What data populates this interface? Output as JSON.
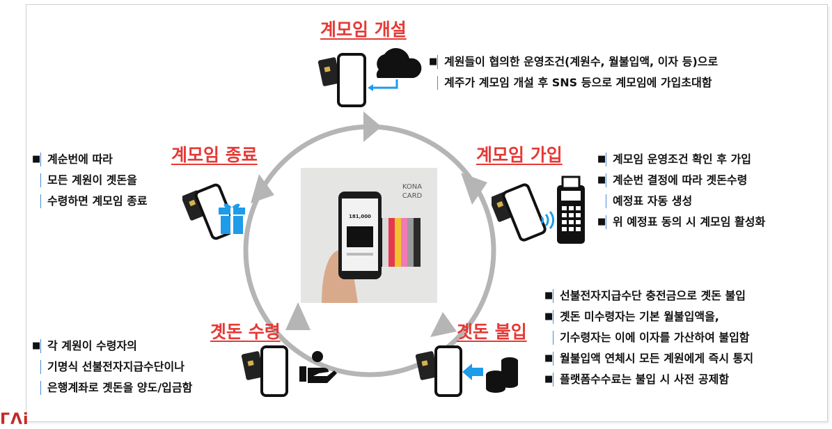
{
  "stages": {
    "open": {
      "title": "계모임 개설",
      "lines": [
        "계원들이 협의한 운영조건(계원수, 월불입액, 이자 등)으로",
        "계주가 계모임 개설 후 SNS 등으로 계모임에 가입초대함"
      ]
    },
    "join": {
      "title": "계모임 가입",
      "lines": [
        "계모임 운영조건 확인 후 가입",
        "계순번 결정에 따라 곗돈수령",
        "예정표 자동 생성",
        "위 예정표 동의 시 계모임 활성화"
      ]
    },
    "pay": {
      "title": "곗돈 불입",
      "lines": [
        "선불전자지급수단 충전금으로 곗돈 불입",
        "곗돈 미수령자는 기본 월불입액을,",
        "기수령자는 이에 이자를 가산하여 불입함",
        "월불입액 연체시 모든 계원에게 즉시 통지",
        "플랫폼수수료는 불입 시 사전 공제함"
      ]
    },
    "receive": {
      "title": "곗돈 수령",
      "lines": [
        "각 계원이 수령자의",
        "기명식 선불전자지급수단이나",
        "은행계좌로 곗돈을 양도/입금함"
      ]
    },
    "close": {
      "title": "계모임 종료",
      "lines": [
        "계순번에 따라",
        "모든 계원이 곗돈을",
        "수령하면 계모임 종료"
      ]
    }
  },
  "center_photo": {
    "brand_line1": "KONA",
    "brand_line2": "CARD",
    "screen_amount": "181,000"
  },
  "logo_mark": "ΓΛi",
  "colors": {
    "title_red": "#e53935",
    "arrow_grey": "#b5b5b5",
    "accent_blue": "#1e9be9",
    "cloud_black": "#111111"
  }
}
